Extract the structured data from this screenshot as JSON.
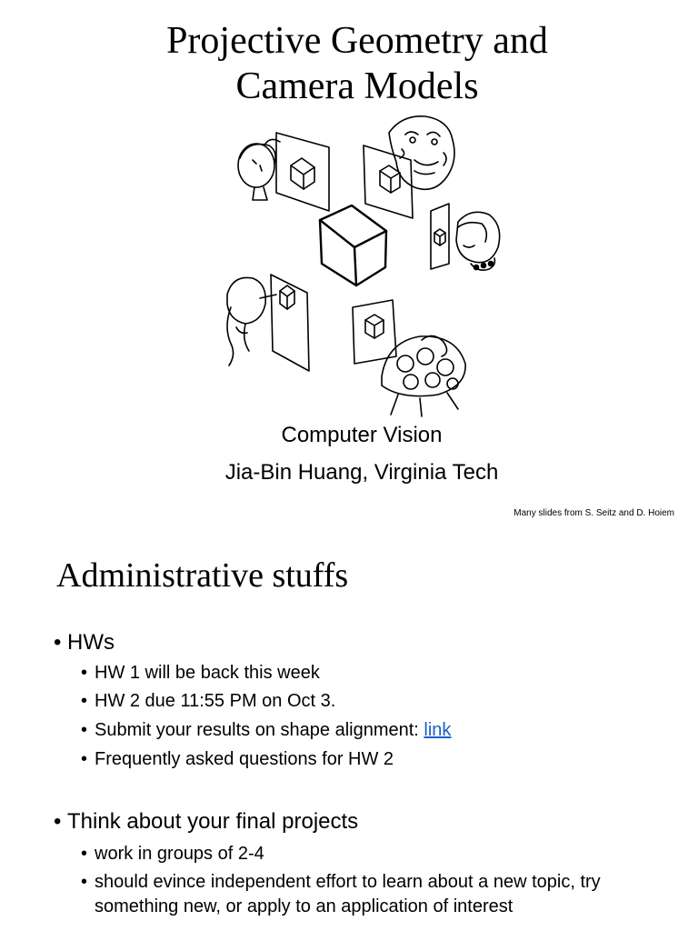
{
  "slide1": {
    "title_line1": "Projective Geometry and",
    "title_line2": "Camera Models",
    "subtitle_line1": "Computer Vision",
    "subtitle_line2": "Jia-Bin Huang, Virginia Tech",
    "credit": "Many slides from S. Seitz  and D. Hoiem"
  },
  "slide2": {
    "title": "Administrative stuffs",
    "bullet_char": "•",
    "hws": {
      "label": "HWs",
      "items": [
        "HW 1 will be back this week",
        "HW 2 due 11:55 PM on Oct 3.",
        "Submit your results on shape alignment: ",
        "Frequently asked questions for HW 2"
      ],
      "link_text": "link"
    },
    "projects": {
      "label": "Think about your final projects",
      "items": [
        "work in groups of 2-4",
        "should evince independent effort to learn about a new topic, try something new, or apply to an application of interest"
      ]
    }
  }
}
